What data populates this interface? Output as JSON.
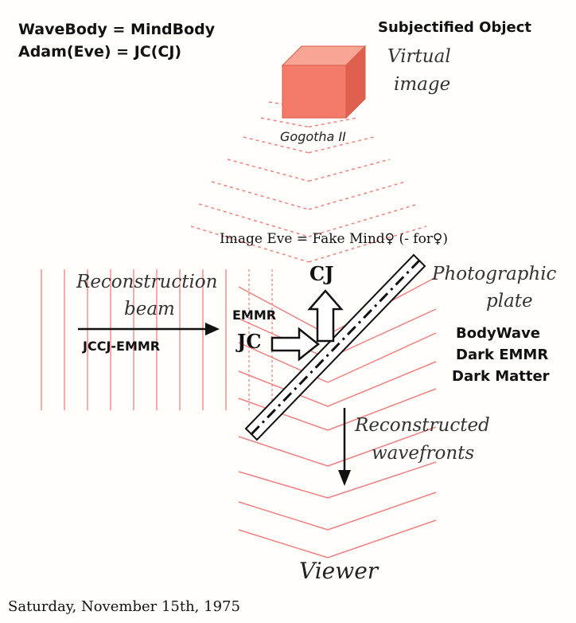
{
  "header": {
    "equation_1": "WaveBody = MindBody",
    "equation_2": "Adam(Eve) = JC(CJ)",
    "object_title": "Subjectified Object"
  },
  "virtual_image": {
    "line1": "Virtual",
    "line2": "image",
    "caption": "Gogotha II"
  },
  "image_eve": "Image Eve = Fake Mind♀ (- for♀)",
  "reconstruction": {
    "line1": "Reconstruction",
    "line2": "beam",
    "beam_label": "JCCJ-EMMR"
  },
  "center": {
    "emmr": "EMMR",
    "jc": "JC",
    "cj": "CJ"
  },
  "plate": {
    "line1": "Photographic",
    "line2": "plate"
  },
  "bodywave": {
    "line1": "BodyWave",
    "line2": "Dark EMMR",
    "line3": "Dark Matter"
  },
  "reconstructed": {
    "line1": "Reconstructed",
    "line2": "wavefronts"
  },
  "viewer": "Viewer",
  "date": "Saturday, November 15th, 1975",
  "colors": {
    "wave_line": "#f08080",
    "cube_front": "#f47a6a",
    "cube_top": "#f8a595",
    "cube_side": "#e0604f",
    "ink": "#111111"
  },
  "icons": [
    "cube-icon",
    "right-arrow-icon",
    "up-arrow-icon",
    "down-arrow-icon",
    "plate-icon"
  ]
}
